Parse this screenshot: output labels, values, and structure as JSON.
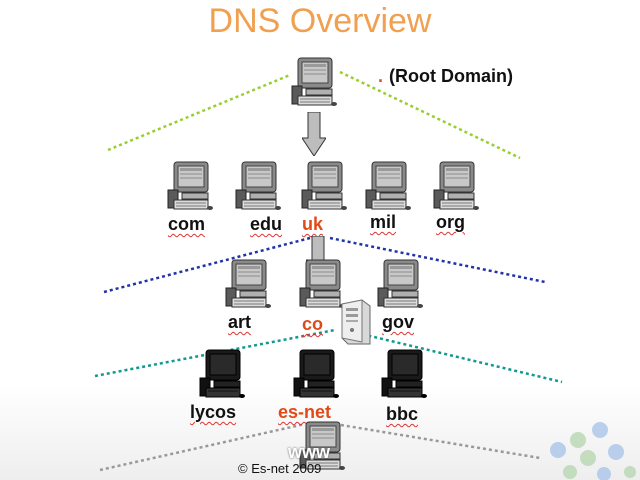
{
  "title": "DNS Overview",
  "root": {
    "dot": ".",
    "label": "(Root Domain)"
  },
  "tld": [
    "com",
    "edu",
    "uk",
    "mil",
    "org"
  ],
  "second_level": [
    "art",
    "co",
    "gov"
  ],
  "third_level": [
    "lycos",
    "es-net",
    "bbc"
  ],
  "host": "www",
  "footer": "© Es-net 2009",
  "colors": {
    "title": "#f0a050",
    "highlight": "#e04a1a",
    "line_root": "#9acd32",
    "line_tld": "#2233aa",
    "line_second": "#11998f",
    "line_third": "#999999"
  }
}
